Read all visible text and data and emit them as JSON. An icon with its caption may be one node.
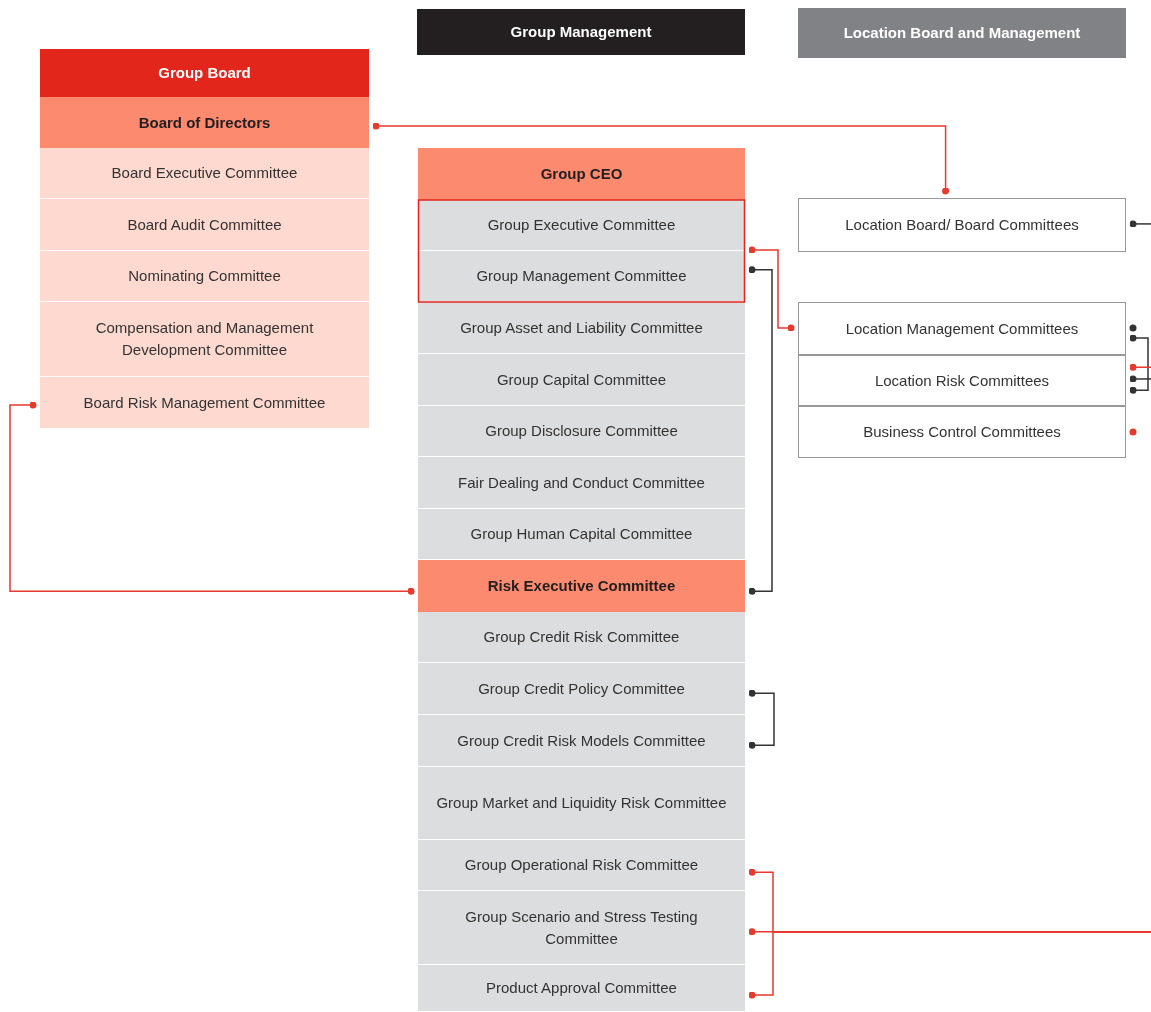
{
  "diagram": {
    "nodes": [
      {
        "text": [
          "Group Management"
        ]
      },
      {
        "text": [
          "Location Board and Management"
        ]
      },
      {
        "text": [
          "Group Board"
        ]
      },
      {
        "text": [
          "Board of Directors"
        ]
      },
      {
        "text": [
          "Board Executive Committee"
        ]
      },
      {
        "text": [
          "Board Audit Committee"
        ]
      },
      {
        "text": [
          "Nominating Committee"
        ]
      },
      {
        "text": [
          "Compensation and Management Development Committee"
        ]
      },
      {
        "text": [
          "Board Risk Management Committee"
        ]
      },
      {
        "text": [
          "Group CEO"
        ]
      },
      {
        "text": [
          "Group Executive Committee"
        ]
      },
      {
        "text": [
          "Group Management Committee"
        ]
      },
      {
        "text": [
          "Group Asset and Liability Committee"
        ]
      },
      {
        "text": [
          "Group Capital Committee"
        ]
      },
      {
        "text": [
          "Group Disclosure Committee"
        ]
      },
      {
        "text": [
          "Fair Dealing and Conduct Committee"
        ]
      },
      {
        "text": [
          "Group Human Capital Committee"
        ]
      },
      {
        "text": [
          "Risk Executive Committee"
        ]
      },
      {
        "text": [
          "Group Credit Risk Committee"
        ]
      },
      {
        "text": [
          "Group Credit Policy Committee"
        ]
      },
      {
        "text": [
          "Group Credit Risk Models Committee"
        ]
      },
      {
        "text": [
          "Group Market and Liquidity Risk Committee"
        ]
      },
      {
        "text": [
          "Group Operational Risk Committee"
        ]
      },
      {
        "text": [
          "Group Scenario and Stress Testing Committee"
        ]
      },
      {
        "text": [
          "Product Approval Committee"
        ]
      },
      {
        "text": [
          "Location Board/ Board Committees"
        ]
      },
      {
        "text": [
          "Location Management Committees"
        ]
      },
      {
        "text": [
          "Location Risk Committees"
        ]
      },
      {
        "text": [
          "Business Control Committees"
        ]
      }
    ],
    "edges": [
      {
        "from": 3,
        "to": 25,
        "arrow": "other"
      },
      {
        "from": 8,
        "to": 17,
        "arrow": "other"
      },
      {
        "from": 10,
        "to": 26,
        "arrow": "other"
      },
      {
        "from": 11,
        "to": 17,
        "arrow": "other",
        "color": "#333333"
      },
      {
        "from": 19,
        "to": 20,
        "arrow": "other",
        "color": "#333333"
      },
      {
        "from": 22,
        "to": null,
        "arrow": "other"
      },
      {
        "from": 23,
        "to": null,
        "arrow": "other"
      },
      {
        "from": 24,
        "to": null,
        "arrow": "other"
      },
      {
        "from": 25,
        "to": null,
        "arrow": "other",
        "color": "#333333"
      },
      {
        "from": 26,
        "to": 27,
        "arrow": "other",
        "color": "#333333"
      },
      {
        "from": 27,
        "to": null,
        "arrow": "other"
      },
      {
        "from": 27,
        "to": null,
        "arrow": "other",
        "color": "#333333"
      }
    ]
  }
}
